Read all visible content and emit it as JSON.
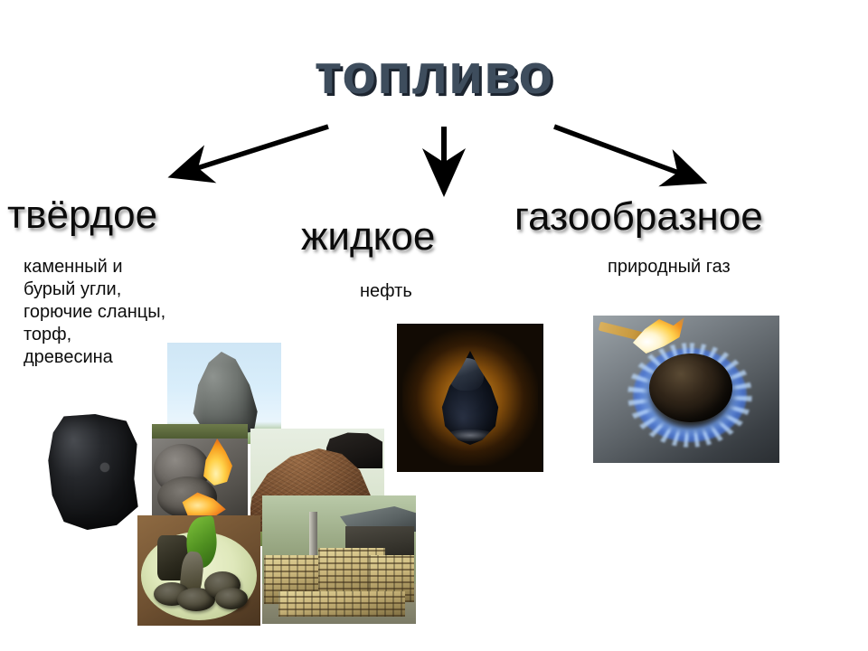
{
  "slide": {
    "title": "топливо",
    "title_color": "#3e4d5d"
  },
  "categories": [
    {
      "id": "solid",
      "heading": "твёрдое",
      "description": "каменный и\nбурый  угли,\nгорючие сланцы,\nторф,\nдревесина",
      "photos": [
        {
          "name": "oil-shale-rock-photo",
          "caption_concept": "горючие сланцы"
        },
        {
          "name": "black-coal-lump-photo",
          "caption_concept": "каменный уголь"
        },
        {
          "name": "burning-coal-briquettes-photo",
          "caption_concept": "бурый уголь"
        },
        {
          "name": "peat-mound-photo",
          "caption_concept": "торф"
        },
        {
          "name": "peat-briquettes-plate-photo",
          "caption_concept": "торфяные брикеты"
        },
        {
          "name": "firewood-stack-photo",
          "caption_concept": "древесина"
        }
      ]
    },
    {
      "id": "liquid",
      "heading": "жидкое",
      "description": "нефть",
      "photos": [
        {
          "name": "oil-drop-photo",
          "caption_concept": "нефть"
        }
      ]
    },
    {
      "id": "gaseous",
      "heading": "газообразное",
      "description": "природный газ",
      "photos": [
        {
          "name": "gas-burner-flame-photo",
          "caption_concept": "природный газ"
        }
      ]
    }
  ],
  "arrows": [
    {
      "name": "arrow-to-solid",
      "direction": "down-left"
    },
    {
      "name": "arrow-to-liquid",
      "direction": "down"
    },
    {
      "name": "arrow-to-gaseous",
      "direction": "down-right"
    }
  ]
}
